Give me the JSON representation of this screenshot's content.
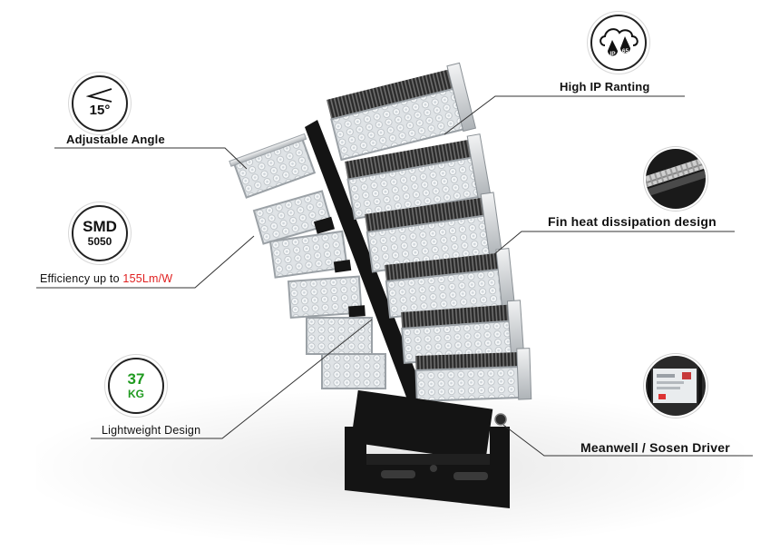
{
  "features": {
    "angle": {
      "value": "15°",
      "label": "Adjustable Angle"
    },
    "smd": {
      "line1": "SMD",
      "line2": "5050",
      "label_prefix": "Efficiency up to ",
      "label_highlight": "155Lm/W"
    },
    "weight": {
      "value": "37",
      "unit": "KG",
      "label": "Lightweight Design"
    },
    "ip": {
      "label": "High IP Ranting",
      "badge_left": "IP",
      "badge_right": "65"
    },
    "fin": {
      "label": "Fin heat dissipation design"
    },
    "driver": {
      "label": "Meanwell / Sosen Driver"
    }
  },
  "colors": {
    "highlight": "#e02020",
    "weight_green": "#1f9a1f",
    "line": "#333333",
    "fixture_dark": "#141414"
  },
  "icons": [
    "angle-icon",
    "cloud-ip-icon",
    "fin-photo",
    "driver-photo"
  ]
}
